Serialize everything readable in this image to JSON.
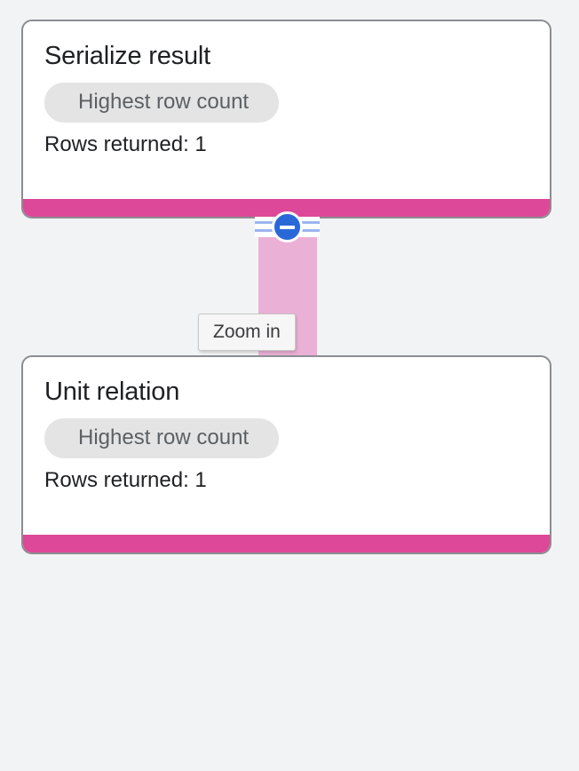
{
  "canvas": {
    "background_color": "#f1f3f4",
    "accent_color": "#dd4898",
    "edge_color": "#eab0d5",
    "collapse_button_color": "#2a68d8"
  },
  "nodes": [
    {
      "title": "Serialize result",
      "chip_label": "Highest row count",
      "rows_text": "Rows returned: 1"
    },
    {
      "title": "Unit relation",
      "chip_label": "Highest row count",
      "rows_text": "Rows returned: 1"
    }
  ],
  "edge": {
    "collapse_icon": "minus-circle-icon"
  },
  "tooltip": {
    "text": "Zoom in"
  }
}
